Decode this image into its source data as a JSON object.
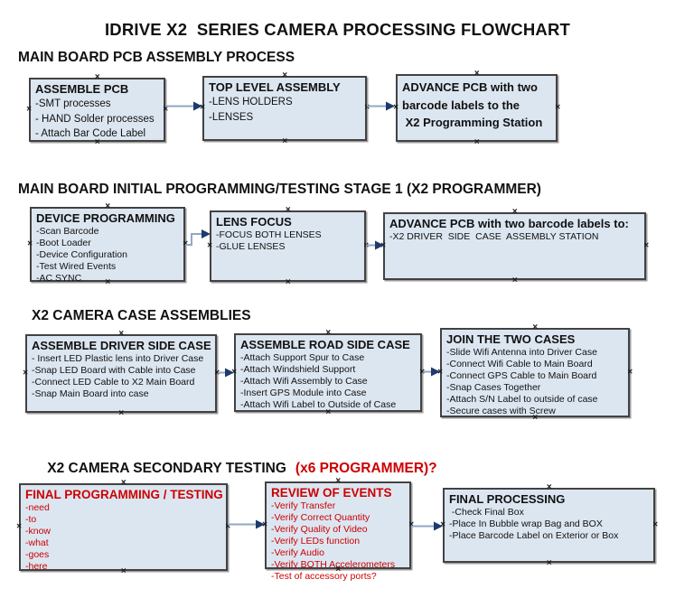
{
  "title": "IDRIVE X2  SERIES CAMERA PROCESSING FLOWCHART",
  "colors": {
    "background": "#ffffff",
    "box_fill": "#dce6f1",
    "box_border": "#424242",
    "arrow_line": "#92a7c5",
    "arrow_head": "#1e3a6e",
    "red_text": "#cc0000",
    "black_text": "#111111"
  },
  "sections": [
    {
      "heading": "MAIN BOARD PCB ASSEMBLY PROCESS",
      "boxes": [
        {
          "title": "ASSEMBLE PCB",
          "items": [
            "-SMT processes",
            "- HAND Solder processes",
            "- Attach Bar Code Label"
          ]
        },
        {
          "title": "TOP LEVEL ASSEMBLY",
          "items": [
            "-LENS HOLDERS",
            "-LENSES"
          ]
        },
        {
          "title": "",
          "items": [
            "ADVANCE PCB with two",
            "barcode labels to the",
            " X2 Programming Station"
          ]
        }
      ]
    },
    {
      "heading": "MAIN BOARD INITIAL PROGRAMMING/TESTING STAGE 1 (X2 PROGRAMMER)",
      "boxes": [
        {
          "title": "DEVICE PROGRAMMING",
          "items": [
            "-Scan Barcode",
            "-Boot Loader",
            "-Device Configuration",
            "-Test Wired Events",
            "-AC SYNC"
          ]
        },
        {
          "title": "LENS FOCUS",
          "items": [
            "-FOCUS BOTH LENSES",
            "-GLUE LENSES"
          ]
        },
        {
          "title": "ADVANCE PCB with two barcode labels to:",
          "items": [
            "-X2 DRIVER  SIDE  CASE  ASSEMBLY STATION"
          ]
        }
      ]
    },
    {
      "heading": "X2 CAMERA CASE ASSEMBLIES",
      "boxes": [
        {
          "title": "ASSEMBLE DRIVER SIDE CASE",
          "items": [
            "- Insert LED Plastic lens into Driver Case",
            "-Snap LED Board with Cable into Case",
            "-Connect LED Cable to X2 Main Board",
            "-Snap Main Board into case"
          ]
        },
        {
          "title": "ASSEMBLE ROAD SIDE CASE",
          "items": [
            "-Attach Support Spur to Case",
            "-Attach Windshield Support",
            "-Attach Wifi Assembly to Case",
            "-Insert GPS Module into Case",
            "-Attach Wifi Label to Outside of Case"
          ]
        },
        {
          "title": "JOIN THE TWO CASES",
          "items": [
            "-Slide Wifi Antenna into Driver Case",
            "-Connect Wifi Cable to Main Board",
            "-Connect GPS Cable to Main Board",
            "-Snap Cases Together",
            "-Attach S/N Label to outside of case",
            "-Secure cases with Screw"
          ]
        }
      ]
    },
    {
      "heading": "X2 CAMERA SECONDARY TESTING",
      "heading_red": "(x6 PROGRAMMER)?",
      "boxes": [
        {
          "title": "FINAL PROGRAMMING / TESTING",
          "items": [
            "-need",
            "-to",
            "-know",
            "-what",
            "-goes",
            "-here"
          ]
        },
        {
          "title": "REVIEW OF EVENTS",
          "items": [
            "-Verify Transfer",
            "-Verify Correct Quantity",
            "-Verify Quality of Video",
            "-Verify LEDs function",
            "-Verify Audio",
            "-Verify BOTH Accelerometers",
            "-Test of accessory ports?"
          ]
        },
        {
          "title": "FINAL PROCESSING",
          "items": [
            " -Check Final Box",
            "-Place In Bubble wrap Bag and BOX",
            "-Place Barcode Label on Exterior or Box"
          ]
        }
      ]
    }
  ]
}
